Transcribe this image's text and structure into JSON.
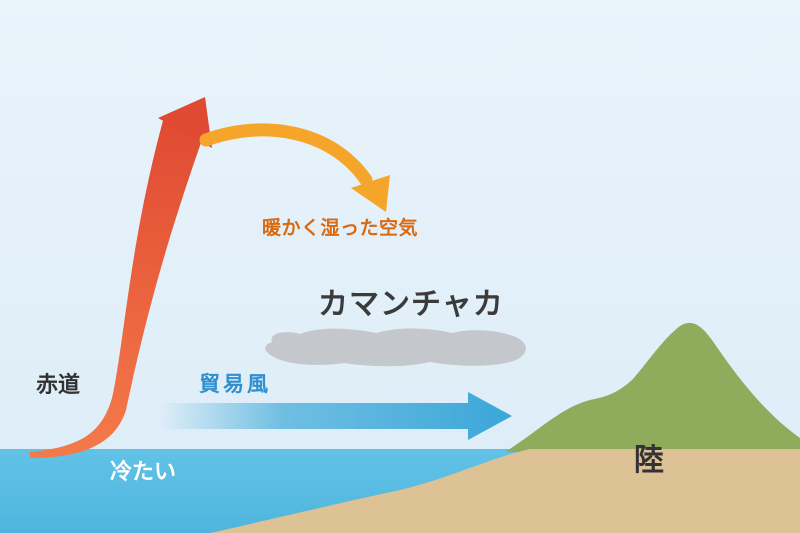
{
  "labels": {
    "warm_humid_air": "暖かく湿った空気",
    "kamanchaka": "カマンチャカ",
    "equator": "赤道",
    "trade_wind": "貿易風",
    "cold": "冷たい",
    "land": "陸"
  },
  "colors": {
    "sky": "#e4f1fa",
    "ocean": "#5bbde2",
    "land": "#dcc294",
    "mountain": "#8fac5c",
    "rising_arrow": "#e8563a",
    "warm_air_arrow": "#f5a52a",
    "trade_wind_arrow": "#4aaedb",
    "cloud": "#c4c7cc"
  }
}
